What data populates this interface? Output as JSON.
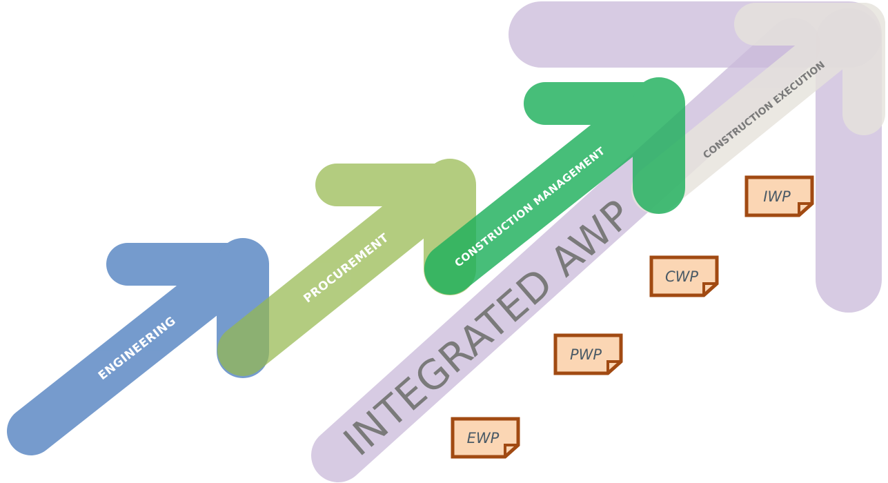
{
  "diagram": {
    "integrated_label": "INTEGRATED AWP",
    "phases": [
      {
        "key": "engineering",
        "label": "ENGINEERING",
        "color": "#4f7fbf"
      },
      {
        "key": "procurement",
        "label": "PROCUREMENT",
        "color": "#96b94f"
      },
      {
        "key": "construction_management",
        "label": "CONSTRUCTION MANAGEMENT",
        "color": "#1fb05c"
      },
      {
        "key": "construction_execution",
        "label": "CONSTRUCTION EXECUTION",
        "color": "#e6e3dc"
      }
    ],
    "work_packages": [
      {
        "key": "ewp",
        "label": "EWP"
      },
      {
        "key": "pwp",
        "label": "PWP"
      },
      {
        "key": "cwp",
        "label": "CWP"
      },
      {
        "key": "iwp",
        "label": "IWP"
      }
    ],
    "colors": {
      "awp_band": "#c9b9d9",
      "package_fill": "#fbd6b4",
      "package_border": "#a14a12"
    }
  }
}
